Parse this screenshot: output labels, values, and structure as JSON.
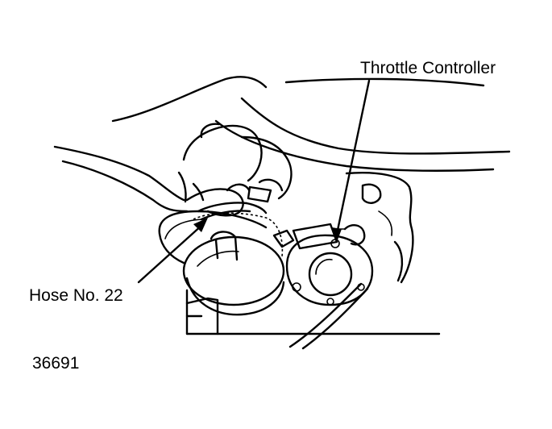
{
  "labels": {
    "throttle_controller": "Throttle Controller",
    "hose": "Hose No. 22",
    "figure_number": "36691"
  },
  "colors": {
    "ink": "#000000",
    "background": "#ffffff"
  }
}
